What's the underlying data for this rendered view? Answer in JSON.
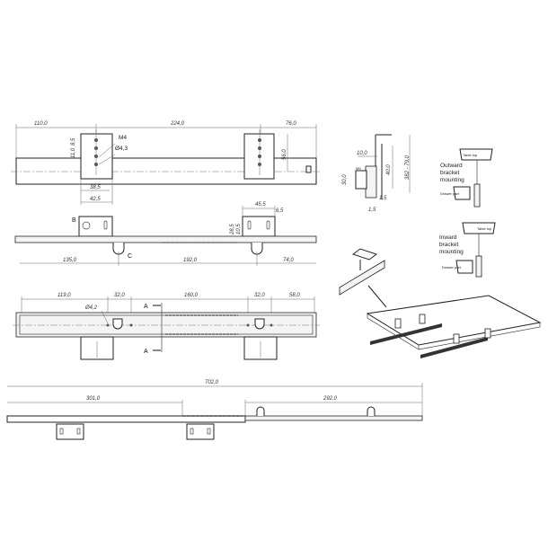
{
  "top_view": {
    "dims": [
      "110,0",
      "224,0",
      "76,0",
      "8,5",
      "11,0",
      "56,0",
      "38,5",
      "42,5"
    ],
    "m4": "M4",
    "hole": "Ø4,3"
  },
  "front_view": {
    "dims": [
      "45,5",
      "6,5",
      "28,5",
      "10,5",
      "135,0",
      "192,0",
      "74,0"
    ],
    "label_b": "B",
    "label_c": "C"
  },
  "section_view": {
    "dims": [
      "10,0",
      "M5",
      "30,0",
      "40,0",
      "382 - 79,0",
      "1,5",
      "1,5"
    ]
  },
  "outward": {
    "title_lines": [
      "Outward",
      "bracket",
      "mounting"
    ],
    "table_top": "Table top",
    "drawer_part": "Drawer part"
  },
  "inward": {
    "title_lines": [
      "Inward",
      "bracket",
      "mounting"
    ],
    "table_top": "Table top",
    "drawer_part": "Drawer part"
  },
  "bottom_view": {
    "dims": [
      "119,0",
      "32,0",
      "160,0",
      "32,0",
      "58,0"
    ],
    "hole": "Ø4,2",
    "section_a": "A"
  },
  "extended_view": {
    "dims": [
      "702,0",
      "301,0",
      "292,0"
    ]
  }
}
